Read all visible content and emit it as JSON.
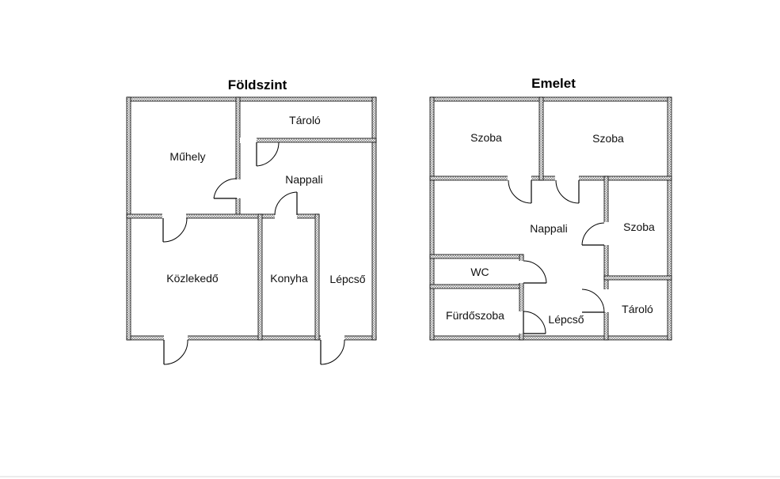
{
  "plans": {
    "ground": {
      "title": "Földszint",
      "rooms": {
        "tarolo": "Tároló",
        "muhely": "Műhely",
        "nappali": "Nappali",
        "kozlekedo": "Közlekedő",
        "konyha": "Konyha",
        "lepcso": "Lépcső"
      }
    },
    "upper": {
      "title": "Emelet",
      "rooms": {
        "szoba1": "Szoba",
        "szoba2": "Szoba",
        "szoba3": "Szoba",
        "nappali": "Nappali",
        "wc": "WC",
        "furdoszoba": "Fürdőszoba",
        "lepcso": "Lépcső",
        "tarolo": "Tároló"
      }
    }
  },
  "colors": {
    "wall_outline": "#000000",
    "wall_fill": "#9e9e9e",
    "background": "#ffffff"
  }
}
